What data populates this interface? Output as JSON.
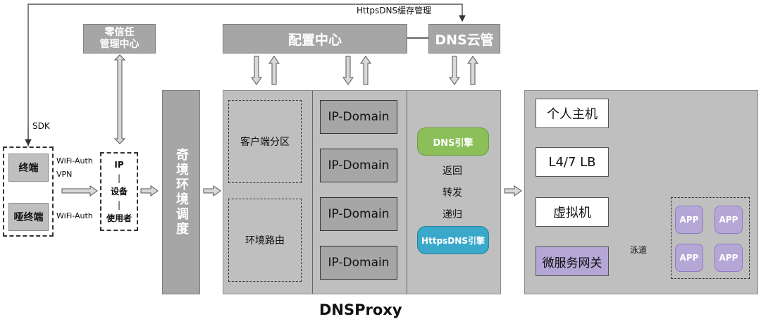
{
  "top_label": "HttpsDNS缓存管理",
  "zero_trust": [
    "零信任",
    "管理中心"
  ],
  "config_center": "配置中心",
  "dns_cloud": "DNS云管",
  "sdk_label": "SDK",
  "terminals": {
    "terminal": "终端",
    "dumb_terminal": "哑终端"
  },
  "auth_labels": {
    "wifi_auth_1": "WiFi-Auth",
    "vpn": "VPN",
    "wifi_auth_2": "WiFi-Auth"
  },
  "identity": {
    "ip": "IP",
    "sep1": "|",
    "device": "设备",
    "sep2": "|",
    "user": "使用者"
  },
  "scheduler": "奇境环境调度",
  "proxy": {
    "client_partition": "客户端分区",
    "env_routing": "环境路由",
    "ip_domain": [
      "IP-Domain",
      "IP-Domain",
      "IP-Domain",
      "IP-Domain"
    ],
    "dns_engine": "DNS引擎",
    "actions": [
      "返回",
      "转发",
      "递归"
    ],
    "httpsdns_engine": "HttpsDNS引擎"
  },
  "bottom_title": "DNSProxy",
  "targets": {
    "host": "个人主机",
    "lb": "L4/7 LB",
    "vm": "虚拟机",
    "gateway": "微服务网关",
    "lane": "泳道",
    "apps": [
      "APP",
      "APP",
      "APP",
      "APP"
    ]
  },
  "colors": {
    "dark_box": "#a6a6a6",
    "panel": "#bfbfbf",
    "dns_engine": "#8cbf5a",
    "httpsdns_engine": "#3aa9c9",
    "app": "#b4a7d6"
  }
}
